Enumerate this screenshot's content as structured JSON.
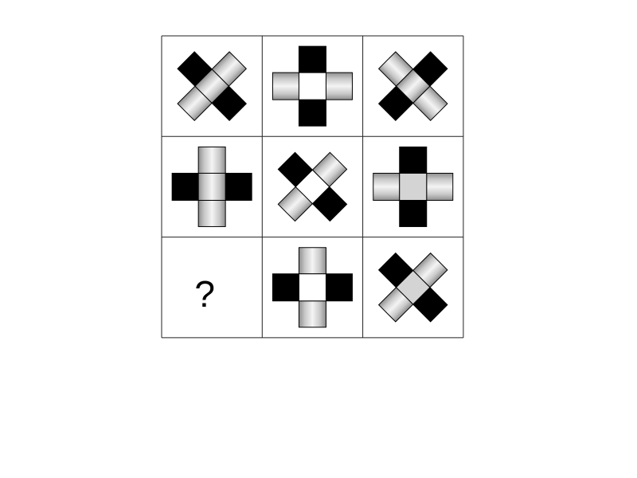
{
  "puzzle": {
    "question_mark": "?",
    "colors": {
      "black": "#000000",
      "silver_light": "#f4f4f4",
      "silver_mid": "#c8c8c8",
      "silver_dark": "#8e8e8e",
      "plain_gray": "#d4d4d4",
      "white": "#ffffff",
      "grid_line": "#222222"
    },
    "cells": [
      {
        "name": "cell-r1-c1",
        "shape": "x-cross",
        "arm_a": "black",
        "arm_b": "silver",
        "center": "silver"
      },
      {
        "name": "cell-r1-c2",
        "shape": "plus-cross",
        "vertical": "black",
        "horizontal": "silver",
        "center": "white"
      },
      {
        "name": "cell-r1-c3",
        "shape": "x-cross",
        "arm_a": "silver",
        "arm_b": "black",
        "center": "silver"
      },
      {
        "name": "cell-r2-c1",
        "shape": "plus-cross",
        "vertical": "silver",
        "horizontal": "black",
        "center": "silver"
      },
      {
        "name": "cell-r2-c2",
        "shape": "x-cross",
        "arm_a": "black",
        "arm_b": "silver",
        "center": "white"
      },
      {
        "name": "cell-r2-c3",
        "shape": "plus-cross",
        "vertical": "black",
        "horizontal": "silver",
        "center": "gray"
      },
      {
        "name": "cell-r3-c1",
        "shape": "question"
      },
      {
        "name": "cell-r3-c2",
        "shape": "plus-cross",
        "vertical": "silver",
        "horizontal": "black",
        "center": "white"
      },
      {
        "name": "cell-r3-c3",
        "shape": "x-cross",
        "arm_a": "black",
        "arm_b": "silver",
        "center": "gray"
      }
    ]
  }
}
